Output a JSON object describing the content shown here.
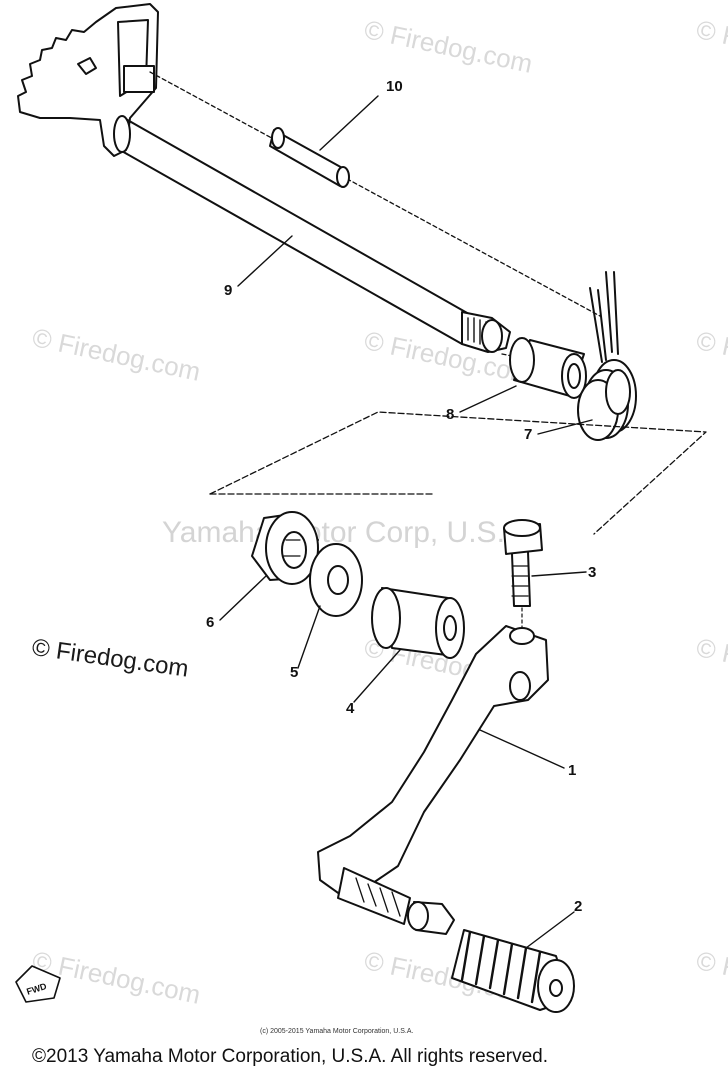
{
  "watermarks": {
    "firedog_faint": "© Firedog.com",
    "firedog_dark": "© Firedog.com",
    "yamaha_center": "Yamaha Motor Corp, U.S.A."
  },
  "callouts": {
    "c1": "1",
    "c2": "2",
    "c3": "3",
    "c4": "4",
    "c5": "5",
    "c6": "6",
    "c7": "7",
    "c8": "8",
    "c9": "9",
    "c10": "10"
  },
  "fwd_label": "FWD",
  "small_copyright": "(c) 2005-2015 Yamaha Motor Corporation, U.S.A.",
  "footer": "©2013 Yamaha Motor Corporation, U.S.A. All rights reserved."
}
